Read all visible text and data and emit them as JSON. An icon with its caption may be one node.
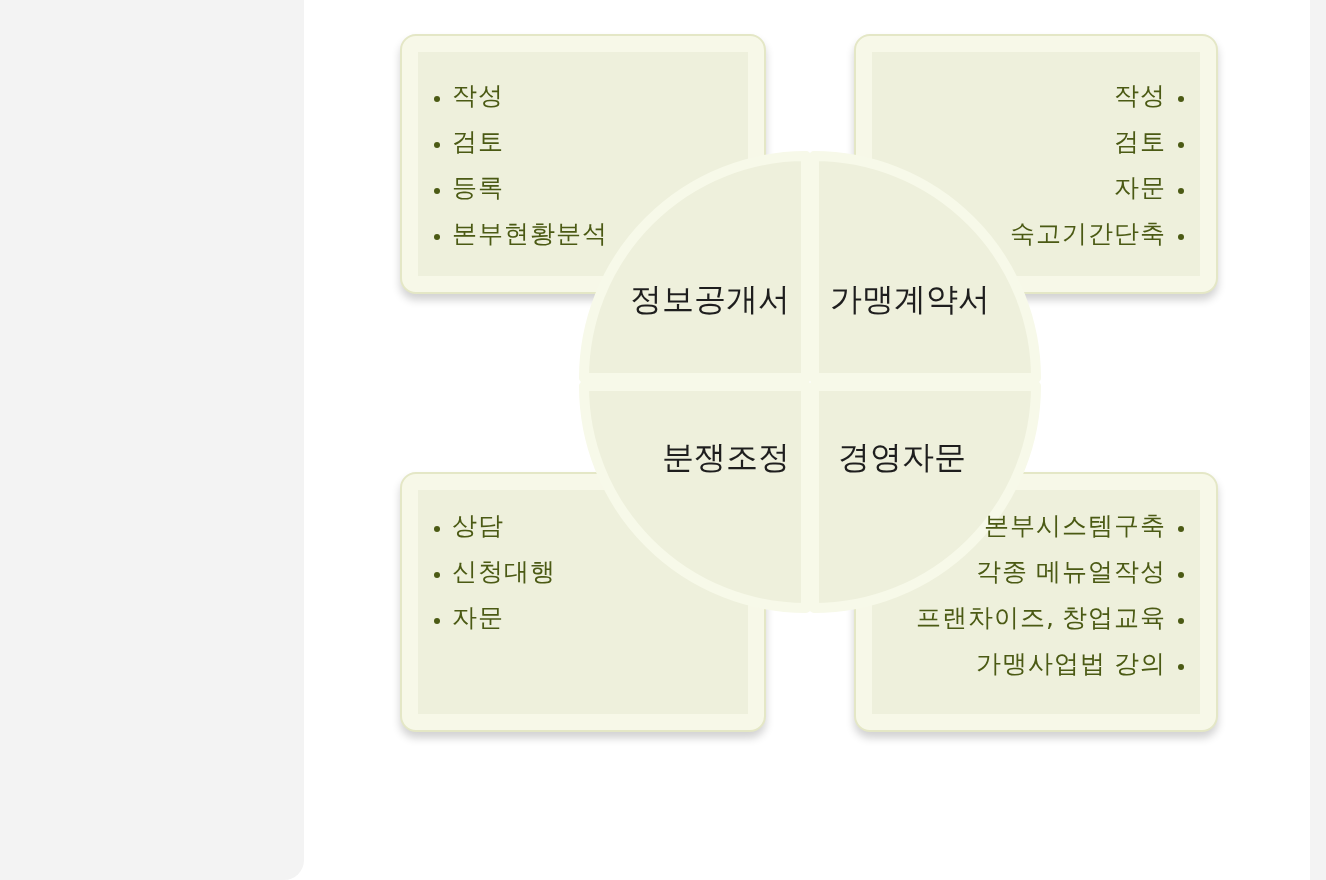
{
  "diagram": {
    "nodes": [
      {
        "text": [
          "작성",
          "검토",
          "등록",
          "본부현황분석"
        ]
      },
      {
        "text": [
          "작성",
          "검토",
          "자문",
          "숙고기간단축"
        ]
      },
      {
        "text": [
          "정보공개서"
        ]
      },
      {
        "text": [
          "가맹계약서"
        ]
      },
      {
        "text": [
          "분쟁조정"
        ]
      },
      {
        "text": [
          "경영자문"
        ]
      },
      {
        "text": [
          "상담",
          "신청대행",
          "자문"
        ]
      },
      {
        "text": [
          "본부시스템구축",
          "각종 메뉴얼작성",
          "프랜차이즈, 창업교육",
          "가맹사업법 강의"
        ]
      }
    ]
  }
}
